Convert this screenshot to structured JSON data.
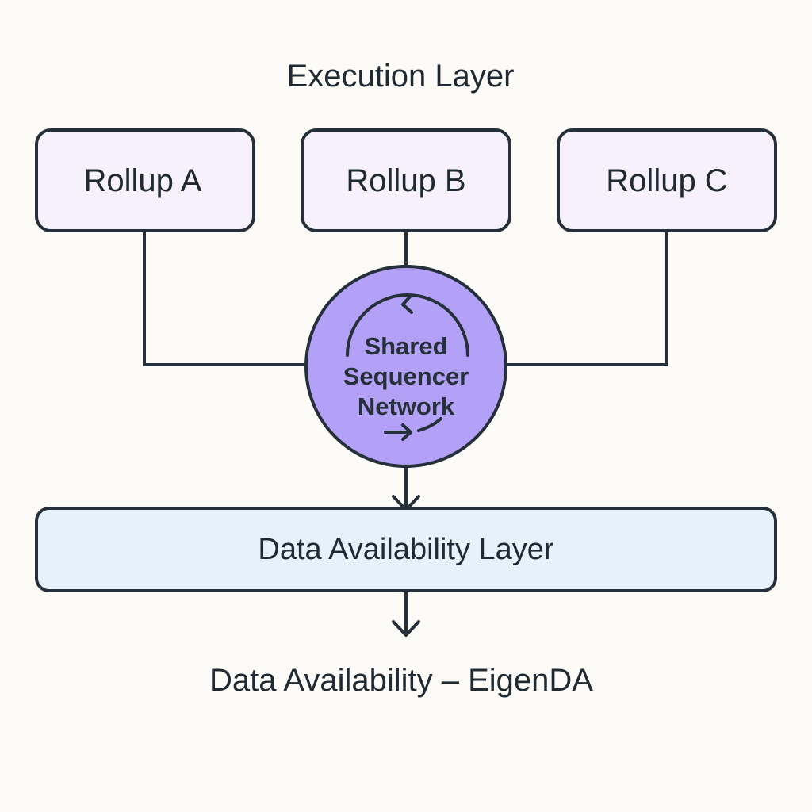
{
  "title": "Execution Layer",
  "rollups": [
    {
      "label": "Rollup A"
    },
    {
      "label": "Rollup B"
    },
    {
      "label": "Rollup C"
    }
  ],
  "sequencer": {
    "lines": [
      "Shared",
      "Sequencer",
      "Network"
    ]
  },
  "data_layer": {
    "label": "Data Availability Layer"
  },
  "footer": "Data Availability – EigenDA",
  "colors": {
    "background": "#fcfbf7",
    "rollup_fill": "#f6f1fd",
    "sequencer_fill": "#b3a1f7",
    "data_layer_fill": "#e6f1fc",
    "stroke": "#26303a"
  }
}
